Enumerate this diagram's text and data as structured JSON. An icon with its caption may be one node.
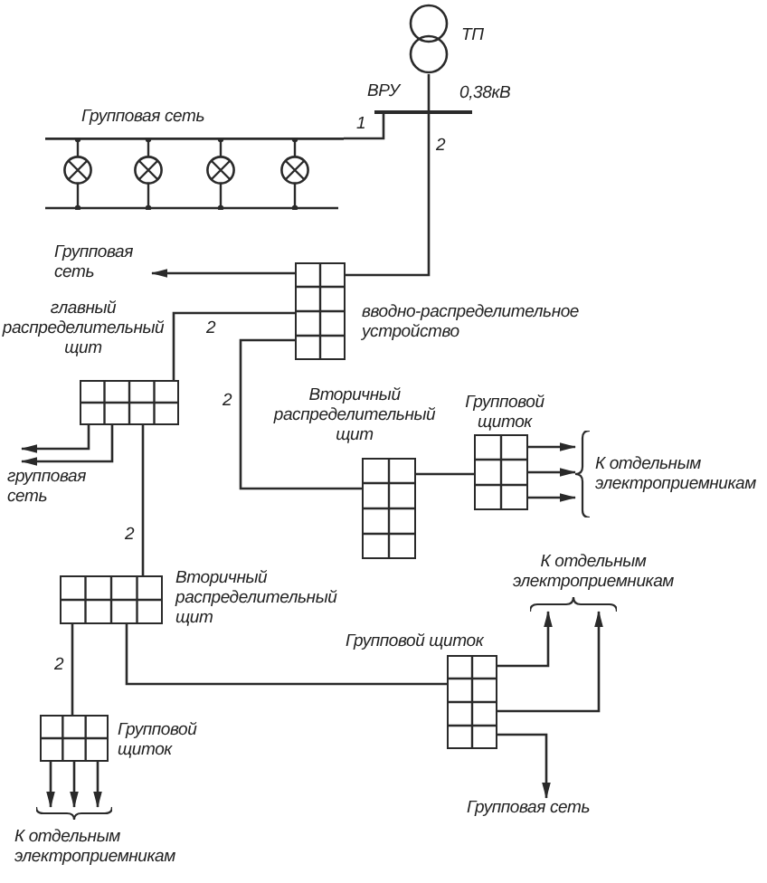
{
  "diagram": {
    "nodes": [
      {
        "text": [
          "ТП"
        ]
      },
      {
        "text": [
          "ВРУ"
        ],
        "beside": [
          "0,38кВ"
        ]
      },
      {
        "text": [
          "Групповая сеть"
        ]
      },
      {
        "text": [
          "Групповая сеть"
        ]
      },
      {
        "text": [
          "вводно-распределительное устройство"
        ]
      },
      {
        "text": [
          "главный распределительный щит"
        ]
      },
      {
        "text": [
          "групповая сеть"
        ]
      },
      {
        "text": [
          "Вторичный распределительный щит"
        ]
      },
      {
        "text": [
          "Групповой щиток"
        ]
      },
      {
        "text": [
          "К отдельным электроприемникам"
        ]
      },
      {
        "text": [
          "Вторичный распределительный щит"
        ]
      },
      {
        "text": [
          "К отдельным электроприемникам"
        ]
      },
      {
        "text": [
          "Групповой щиток"
        ]
      },
      {
        "text": [
          "Групповой щиток"
        ]
      },
      {
        "text": [
          "Групповая сеть"
        ]
      },
      {
        "text": [
          "К отдельным электроприемникам"
        ]
      }
    ],
    "edges": [
      {
        "from": 0,
        "to": 1,
        "arrow": "none"
      },
      {
        "from": 1,
        "to": 2,
        "arrow": "none",
        "label": "1"
      },
      {
        "from": 1,
        "to": 4,
        "arrow": "none",
        "label": "2"
      },
      {
        "from": 4,
        "to": 3,
        "arrow": "to"
      },
      {
        "from": 4,
        "to": 5,
        "arrow": "none",
        "label": "2"
      },
      {
        "from": 4,
        "to": 7,
        "arrow": "none",
        "label": "2"
      },
      {
        "from": 5,
        "to": 6,
        "arrow": "to"
      },
      {
        "from": 5,
        "to": 6,
        "arrow": "to"
      },
      {
        "from": 5,
        "to": 10,
        "arrow": "none",
        "label": "2"
      },
      {
        "from": 7,
        "to": 8,
        "arrow": "none"
      },
      {
        "from": 8,
        "to": 9,
        "arrow": "to"
      },
      {
        "from": 8,
        "to": 9,
        "arrow": "to"
      },
      {
        "from": 8,
        "to": 9,
        "arrow": "to"
      },
      {
        "from": 10,
        "to": 13,
        "arrow": "none",
        "label": "2"
      },
      {
        "from": 10,
        "to": 12,
        "arrow": "none"
      },
      {
        "from": 12,
        "to": 11,
        "arrow": "to"
      },
      {
        "from": 12,
        "to": 11,
        "arrow": "to"
      },
      {
        "from": 12,
        "to": 14,
        "arrow": "to"
      },
      {
        "from": 13,
        "to": 15,
        "arrow": "to"
      },
      {
        "from": 13,
        "to": 15,
        "arrow": "to"
      },
      {
        "from": 13,
        "to": 15,
        "arrow": "to"
      }
    ]
  }
}
